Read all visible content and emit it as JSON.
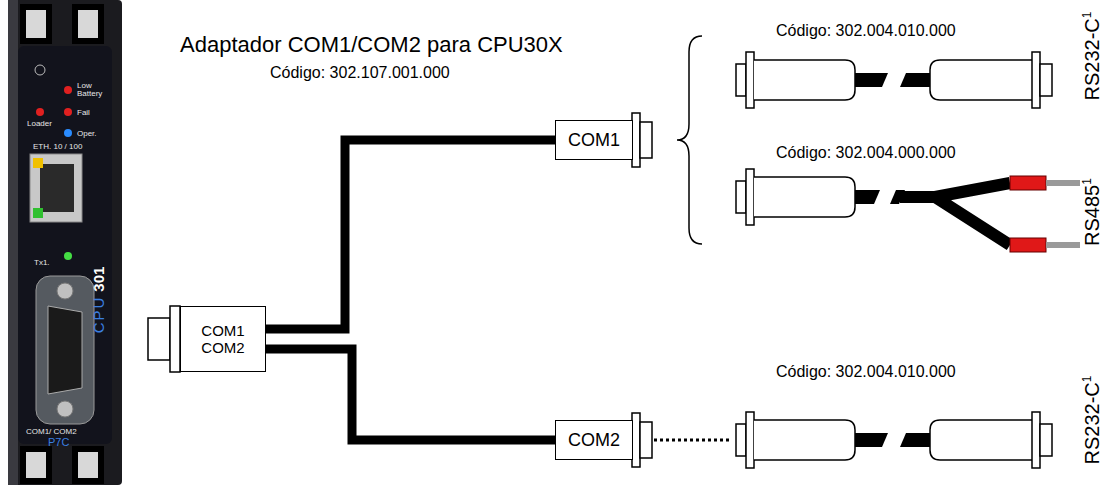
{
  "diagram": {
    "title": "Adaptador COM1/COM2 para CPU30X",
    "nodes": [
      {
        "text": [
          "COM1 COM2"
        ]
      },
      {
        "text": [
          "COM1"
        ]
      },
      {
        "text": [
          "COM2"
        ]
      }
    ],
    "edges": [
      {
        "from": 0,
        "to": 1,
        "arrow": "none"
      },
      {
        "from": 0,
        "to": 2,
        "arrow": "none"
      }
    ],
    "labels": [
      "Código: 302.107.001.000",
      "Código: 302.004.010.000",
      "RS232-C",
      "1",
      "Código: 302.004.000.000",
      "RS485",
      "1",
      "Código: 302.004.010.000",
      "RS232-C",
      "1",
      "Low Battery",
      "Loader",
      "Fail",
      "Oper.",
      "ETH. 10 / 100",
      "CPU",
      "301",
      "Tx1.",
      "COM1/ COM2",
      "P7C"
    ]
  }
}
